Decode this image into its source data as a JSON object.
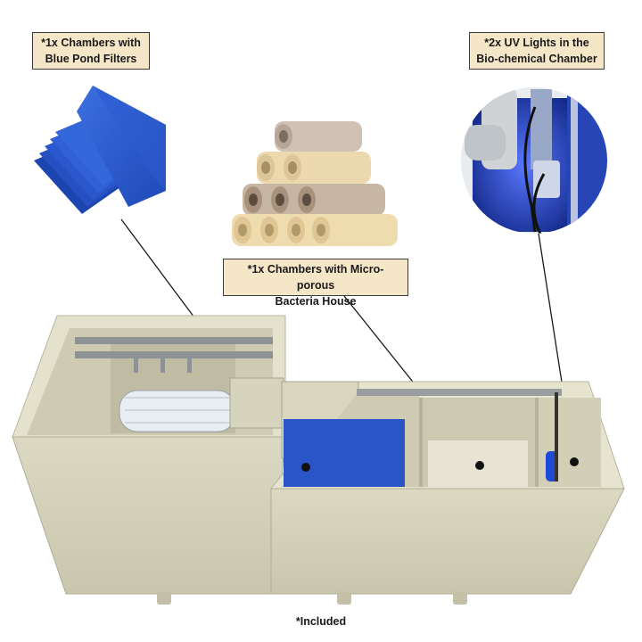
{
  "labels": {
    "filters": [
      "*1x Chambers with",
      "Blue Pond Filters"
    ],
    "bacteria": [
      "*1x Chambers with Micro-porous",
      "Bacteria House"
    ],
    "uv": [
      "*2x UV Lights in the",
      "Bio-chemical Chamber"
    ]
  },
  "footnote": "*Included",
  "colors": {
    "label_bg": "#f6e6c8",
    "tank": "#d9d6bf",
    "filter_blue": "#2a55c8",
    "bio_ceramic": "#e6d3a8",
    "uv_glow": "#3b5cf0"
  }
}
